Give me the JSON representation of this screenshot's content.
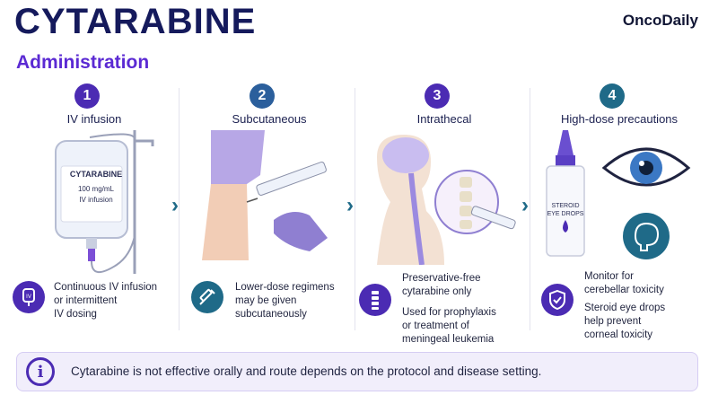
{
  "header": {
    "title": "CYTARABINE",
    "subtitle": "Administration",
    "brand": "OncoDaily"
  },
  "routes": [
    {
      "number": "1",
      "heading": "IV infusion",
      "bag_label": {
        "drug": "CYTARABINE",
        "conc": "100 mg/mL",
        "route": "IV infusion"
      },
      "desc": [
        "Continuous IV infusion",
        "or intermittent",
        "IV dosing"
      ],
      "icon": "iv-bag-icon"
    },
    {
      "number": "2",
      "heading": "Subcutaneous",
      "desc": [
        "Lower-dose regimens",
        "may be given",
        "subcutaneously"
      ],
      "icon": "syringe-icon"
    },
    {
      "number": "3",
      "heading": "Intrathecal",
      "desc": [
        "Preservative-free",
        "cytarabine only"
      ],
      "desc2": [
        "Used for prophylaxis",
        "or treatment of",
        "meningeal leukemia"
      ],
      "icon": "spine-icon"
    },
    {
      "number": "4",
      "heading": "High-dose precautions",
      "bottle_label": [
        "STEROID",
        "EYE DROPS"
      ],
      "desc": [
        "Monitor for",
        "cerebellar toxicity"
      ],
      "desc2": [
        "Steroid eye drops",
        "help prevent",
        "corneal toxicity"
      ],
      "icon": "shield-check-icon"
    }
  ],
  "footer": {
    "icon": "info-icon",
    "symbol": "i",
    "note": "Cytarabine is not effective orally and route depends on the protocol and disease setting."
  },
  "colors": {
    "navy": "#151a5c",
    "purple": "#4b2bb3",
    "teal": "#1f6a88",
    "lavender": "#f1eefb"
  }
}
